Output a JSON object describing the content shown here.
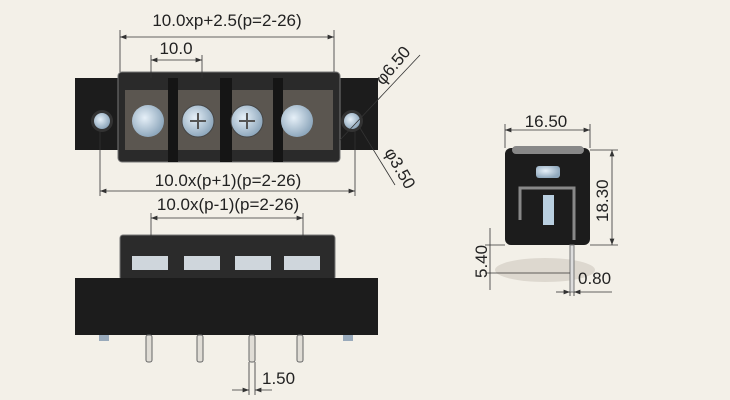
{
  "dimensions": {
    "overall_length": "10.0xp+2.5(p=2-26)",
    "pitch": "10.0",
    "hole_outer": "φ6.50",
    "hole_inner": "φ3.50",
    "mounting_span": "10.0x(p+1)(p=2-26)",
    "pin_span": "10.0x(p-1)(p=2-26)",
    "pin_width": "1.50",
    "width": "16.50",
    "height": "18.30",
    "pin_length": "5.40",
    "pin_thickness": "0.80"
  },
  "colors": {
    "background": "#f3f0e8",
    "body": "#1c1c1c",
    "screw": "#b9cfe0"
  }
}
